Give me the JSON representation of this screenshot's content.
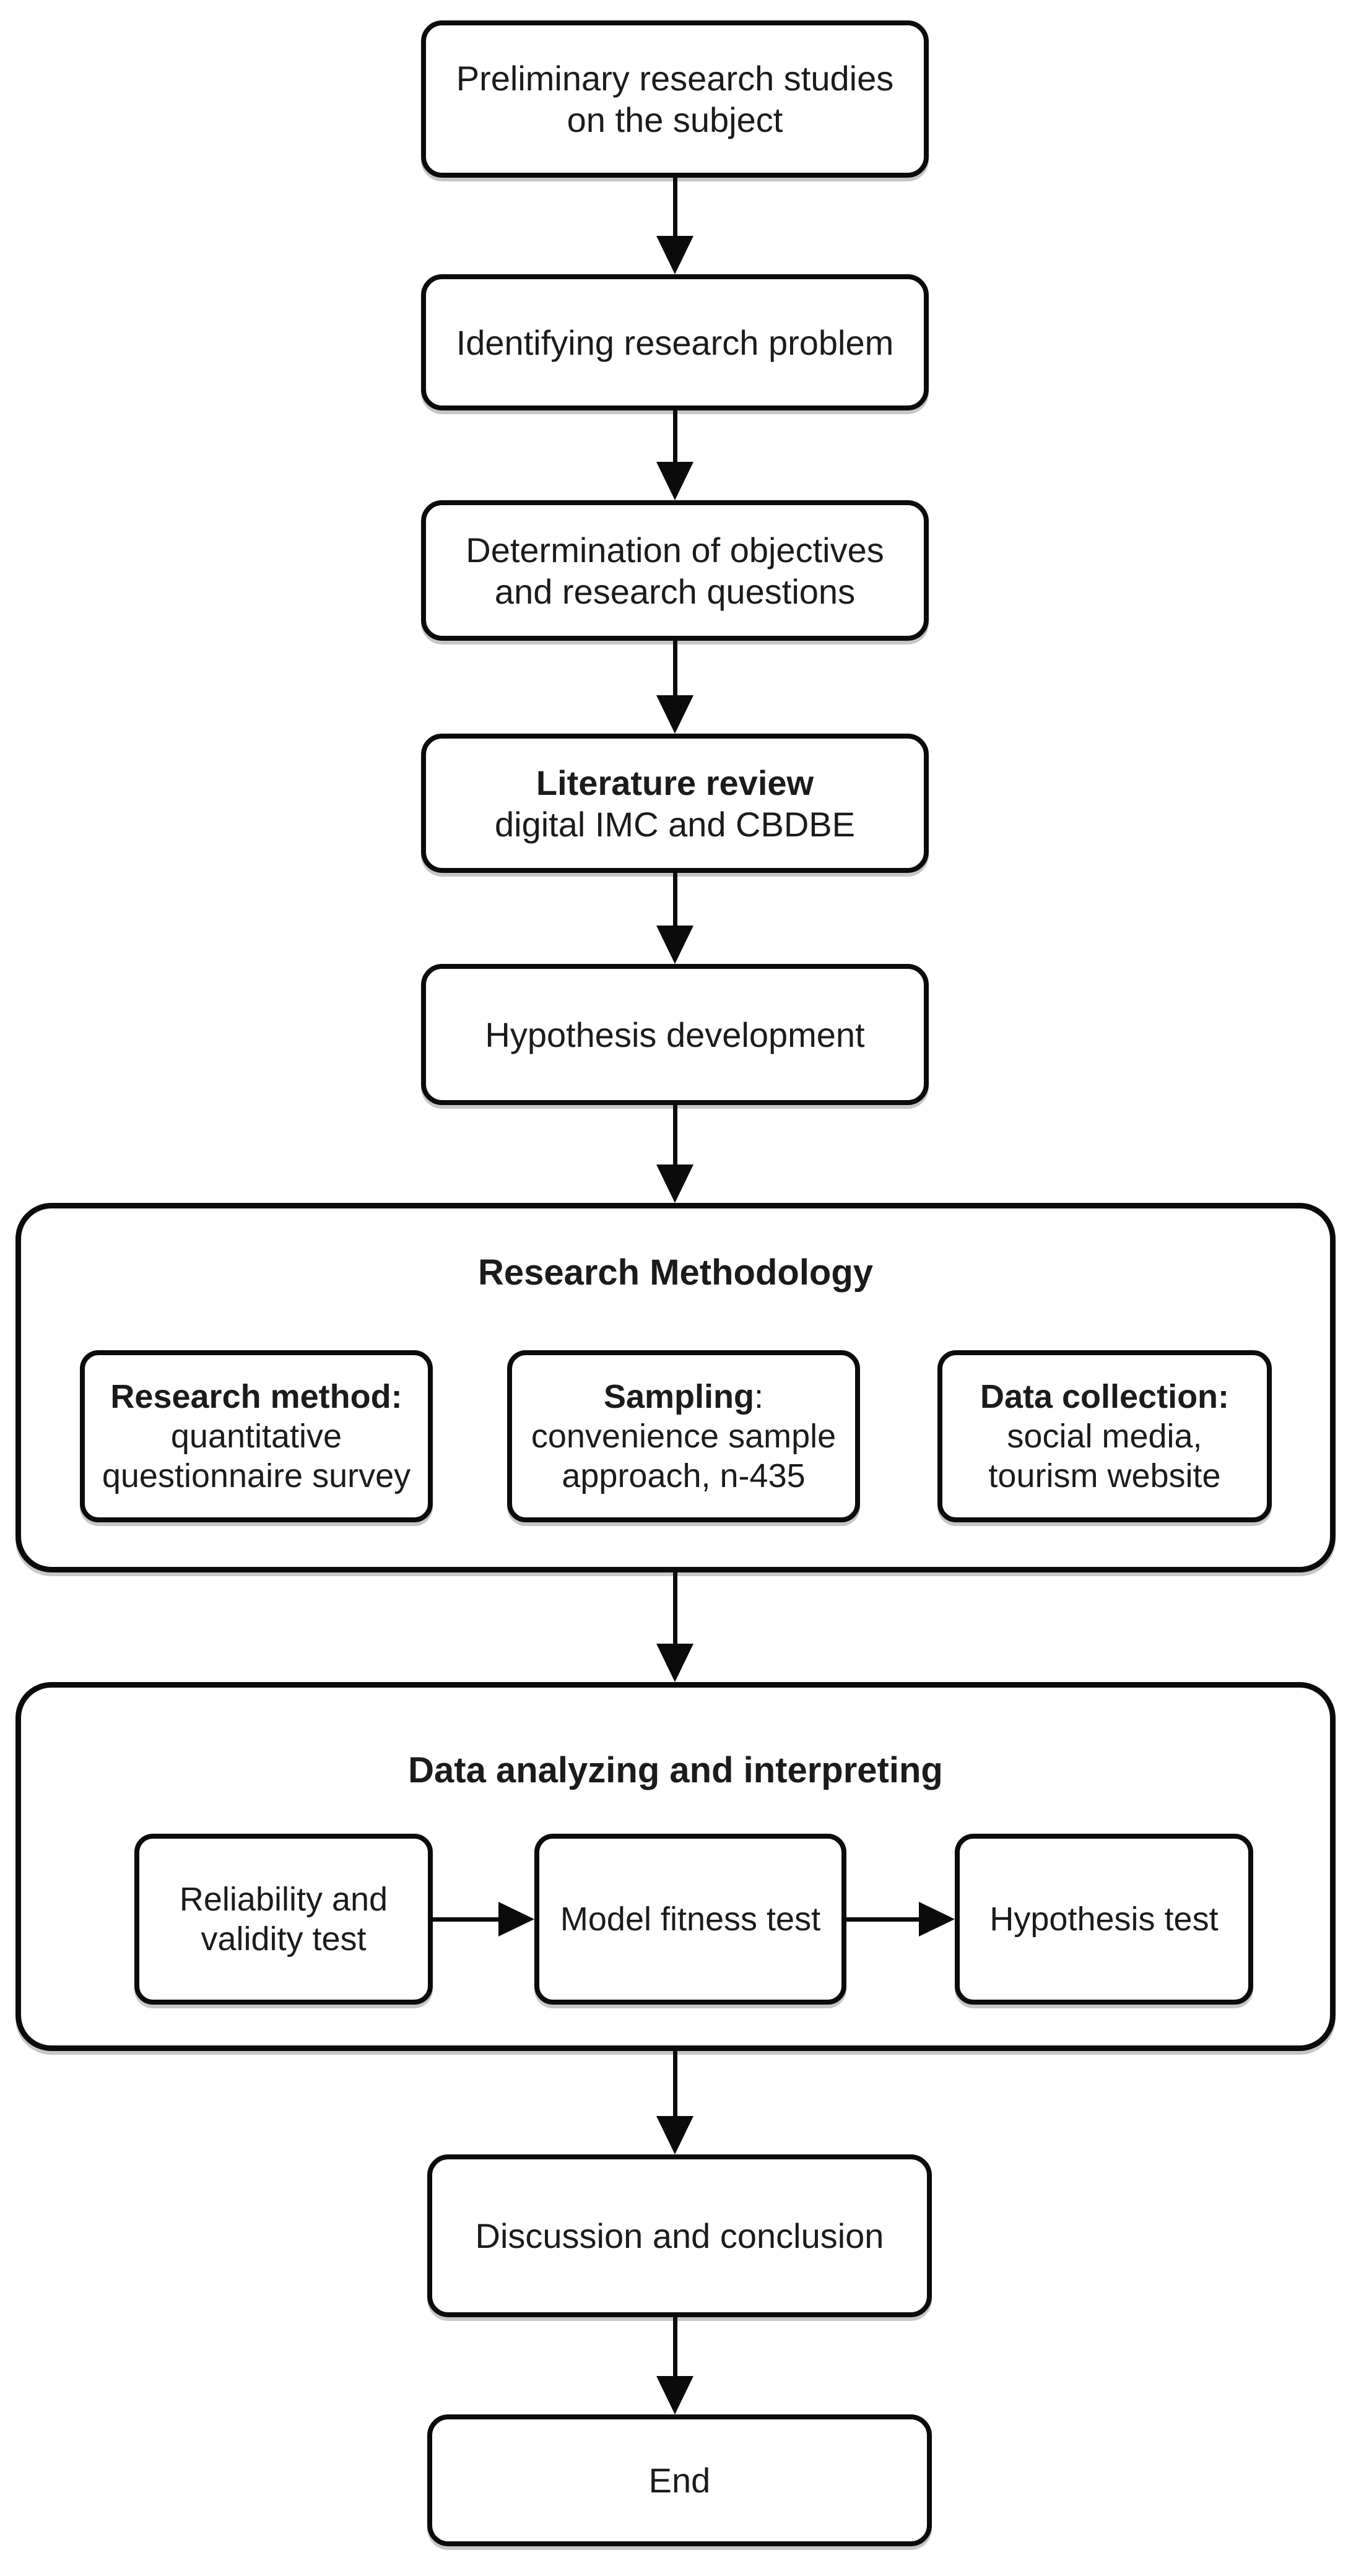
{
  "colors": {
    "stroke": "#0b0b0b",
    "background": "#ffffff",
    "text": "#1b1b1b"
  },
  "nodes": {
    "preliminary": {
      "lines": [
        [
          {
            "t": "Preliminary research studies",
            "b": false
          }
        ],
        [
          {
            "t": "on the subject",
            "b": false
          }
        ]
      ]
    },
    "identifying": {
      "lines": [
        [
          {
            "t": "Identifying research problem",
            "b": false
          }
        ]
      ]
    },
    "determination": {
      "lines": [
        [
          {
            "t": "Determination of objectives",
            "b": false
          }
        ],
        [
          {
            "t": "and research questions",
            "b": false
          }
        ]
      ]
    },
    "literature": {
      "lines": [
        [
          {
            "t": "Literature review",
            "b": true
          }
        ],
        [
          {
            "t": "digital IMC and CBDBE",
            "b": false
          }
        ]
      ]
    },
    "hypothesis_development": {
      "lines": [
        [
          {
            "t": "Hypothesis development",
            "b": false
          }
        ]
      ]
    },
    "methodology_title": "Research Methodology",
    "research_method": {
      "lines": [
        [
          {
            "t": "Research method:",
            "b": true
          }
        ],
        [
          {
            "t": "quantitative",
            "b": false
          }
        ],
        [
          {
            "t": "questionnaire survey",
            "b": false
          }
        ]
      ]
    },
    "sampling": {
      "lines": [
        [
          {
            "t": "Sampling",
            "b": true
          },
          {
            "t": ":",
            "b": false
          }
        ],
        [
          {
            "t": "convenience sample",
            "b": false
          }
        ],
        [
          {
            "t": "approach, n-435",
            "b": false
          }
        ]
      ]
    },
    "data_collection": {
      "lines": [
        [
          {
            "t": "Data collection:",
            "b": true
          }
        ],
        [
          {
            "t": "social media,",
            "b": false
          }
        ],
        [
          {
            "t": "tourism website",
            "b": false
          }
        ]
      ]
    },
    "analyzing_title": "Data analyzing and interpreting",
    "reliability": {
      "lines": [
        [
          {
            "t": "Reliability and",
            "b": false
          }
        ],
        [
          {
            "t": "validity test",
            "b": false
          }
        ]
      ]
    },
    "model_fitness": {
      "lines": [
        [
          {
            "t": "Model fitness test",
            "b": false
          }
        ]
      ]
    },
    "hypothesis_test": {
      "lines": [
        [
          {
            "t": "Hypothesis test",
            "b": false
          }
        ]
      ]
    },
    "discussion": {
      "lines": [
        [
          {
            "t": "Discussion and conclusion",
            "b": false
          }
        ]
      ]
    },
    "end": {
      "lines": [
        [
          {
            "t": "End",
            "b": false
          }
        ]
      ]
    }
  },
  "flow": [
    "preliminary -> identifying",
    "identifying -> determination",
    "determination -> literature",
    "literature -> hypothesis_development",
    "hypothesis_development -> research_methodology_group",
    "research_methodology_group -> data_analyzing_group",
    "reliability -> model_fitness",
    "model_fitness -> hypothesis_test",
    "data_analyzing_group -> discussion",
    "discussion -> end"
  ]
}
